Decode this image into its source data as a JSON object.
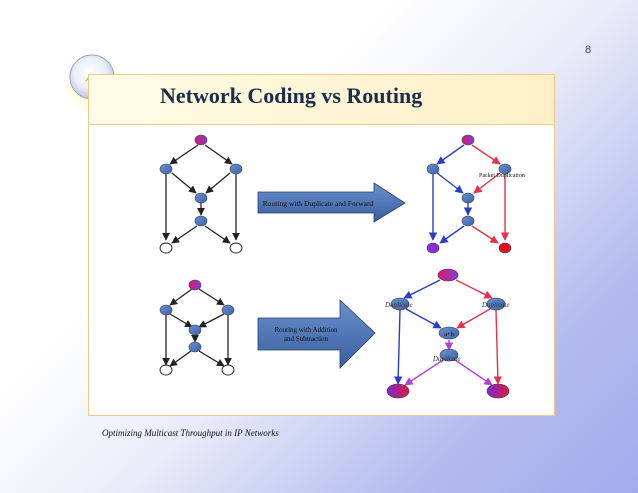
{
  "slide": {
    "page_number": "8",
    "title": "Network Coding vs Routing",
    "footer": "Optimizing Multicast Throughput in IP Networks"
  },
  "diagram_top": {
    "arrow_label": "Routing with Duplicate and Forward",
    "annotation": "Packet Duplication"
  },
  "diagram_bottom": {
    "arrow_label_line1": "Routing with Addition",
    "arrow_label_line2": "and Subtraction",
    "label_left": "Duplicate",
    "label_right": "Duplicate",
    "label_center": "Duplicate",
    "center_node_text": "a+b"
  },
  "colors": {
    "node_blue": "#4a74b8",
    "edge_blue": "#2a3fc8",
    "edge_red": "#e8324a",
    "edge_violet": "#b040d8",
    "source_magenta": "#c030c0",
    "arrow_fill": "#4a72b3",
    "title_color": "#1a2d4a"
  }
}
